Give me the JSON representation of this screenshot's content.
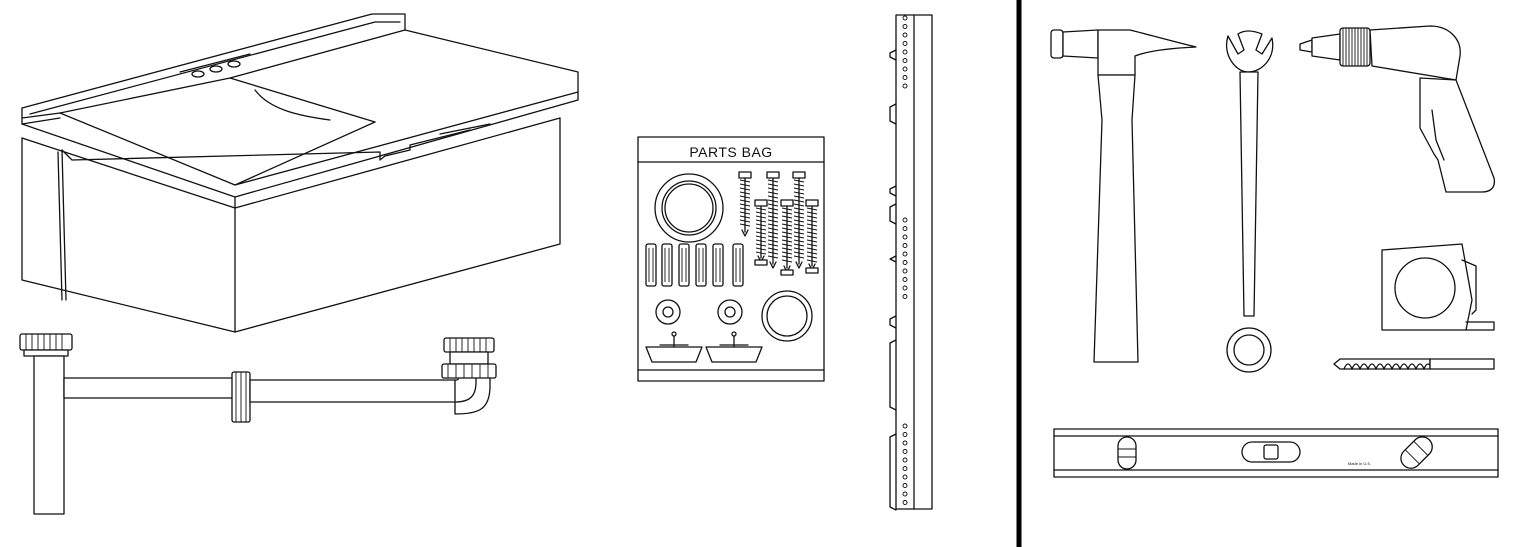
{
  "parts_bag": {
    "label": "PARTS BAG"
  },
  "level": {
    "maker_mark": "Made in U.S."
  },
  "colors": {
    "ink": "#111111",
    "background": "#ffffff"
  },
  "contents_included": [
    "tub",
    "drain-trap",
    "parts-bag",
    "leg-strip"
  ],
  "tools_required": [
    "hammer",
    "wrench",
    "drill",
    "tape-measure",
    "drill-bit",
    "level"
  ]
}
